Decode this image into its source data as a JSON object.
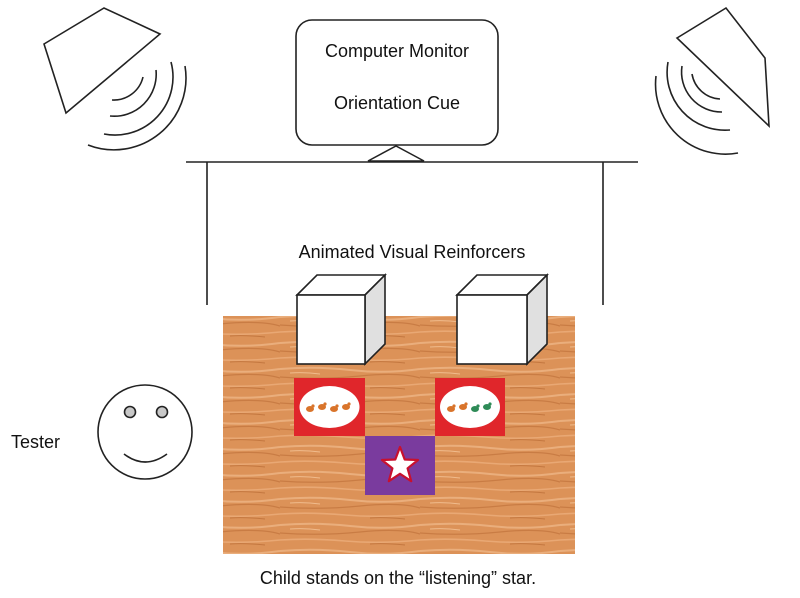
{
  "monitor": {
    "line1": "Computer Monitor",
    "line2": "Orientation Cue"
  },
  "reinforcers": {
    "label": "Animated Visual Reinforcers"
  },
  "tester": {
    "label": "Tester"
  },
  "caption": "Child stands on the “listening” star.",
  "colors": {
    "stroke": "#222222",
    "table_wood": "#d98f55",
    "wood_grain": "#e6a673",
    "card_red": "#e0262b",
    "star_pad": "#7a3b9e",
    "star_fill": "#ffffff",
    "star_outline": "#c8102e",
    "token_orange": "#d9742b",
    "token_green": "#2e8b57"
  },
  "icons": {
    "left_speaker": "speaker-icon",
    "right_speaker": "speaker-icon",
    "tester_face": "smiley-face-icon",
    "listening_star": "star-icon"
  }
}
